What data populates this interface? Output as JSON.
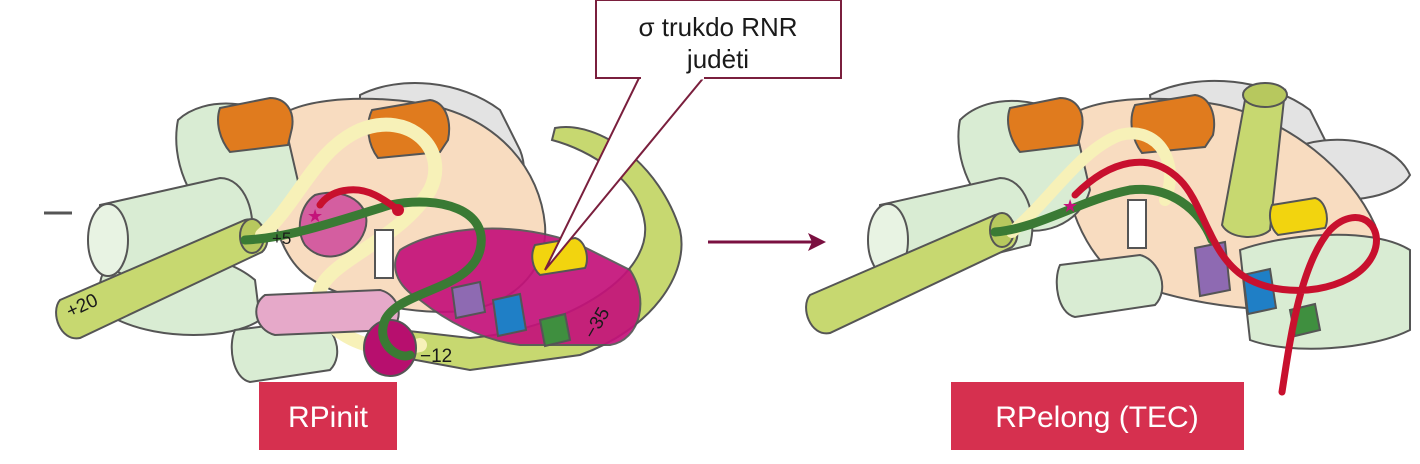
{
  "callout": {
    "line1": "σ trukdo RNR",
    "line2": "judėti",
    "border_color": "#7a1f3d"
  },
  "left_diagram": {
    "badge": "RPinit",
    "labels": {
      "plus20": "+20",
      "plus5": "+5",
      "minus12": "−12",
      "minus35": "−35"
    }
  },
  "right_diagram": {
    "badge": "RPelong (TEC)"
  },
  "colors": {
    "badge": "#d6304f",
    "arrow": "#7a1040",
    "dna_green": "#3a7a34",
    "rna_red": "#c8102e",
    "sigma_magenta": "#c4127a",
    "protein_mint": "#d9ecd3",
    "protein_peach": "#f8dcc0",
    "block_orange": "#e07b1e",
    "helix_lime": "#c7d870",
    "cream": "#f7f1b8",
    "yellow": "#f2d40f",
    "purple": "#8e6ab2",
    "blue": "#1f7fc6",
    "green_block": "#3f8f3f",
    "grey_clamp": "#d9d9d9"
  }
}
